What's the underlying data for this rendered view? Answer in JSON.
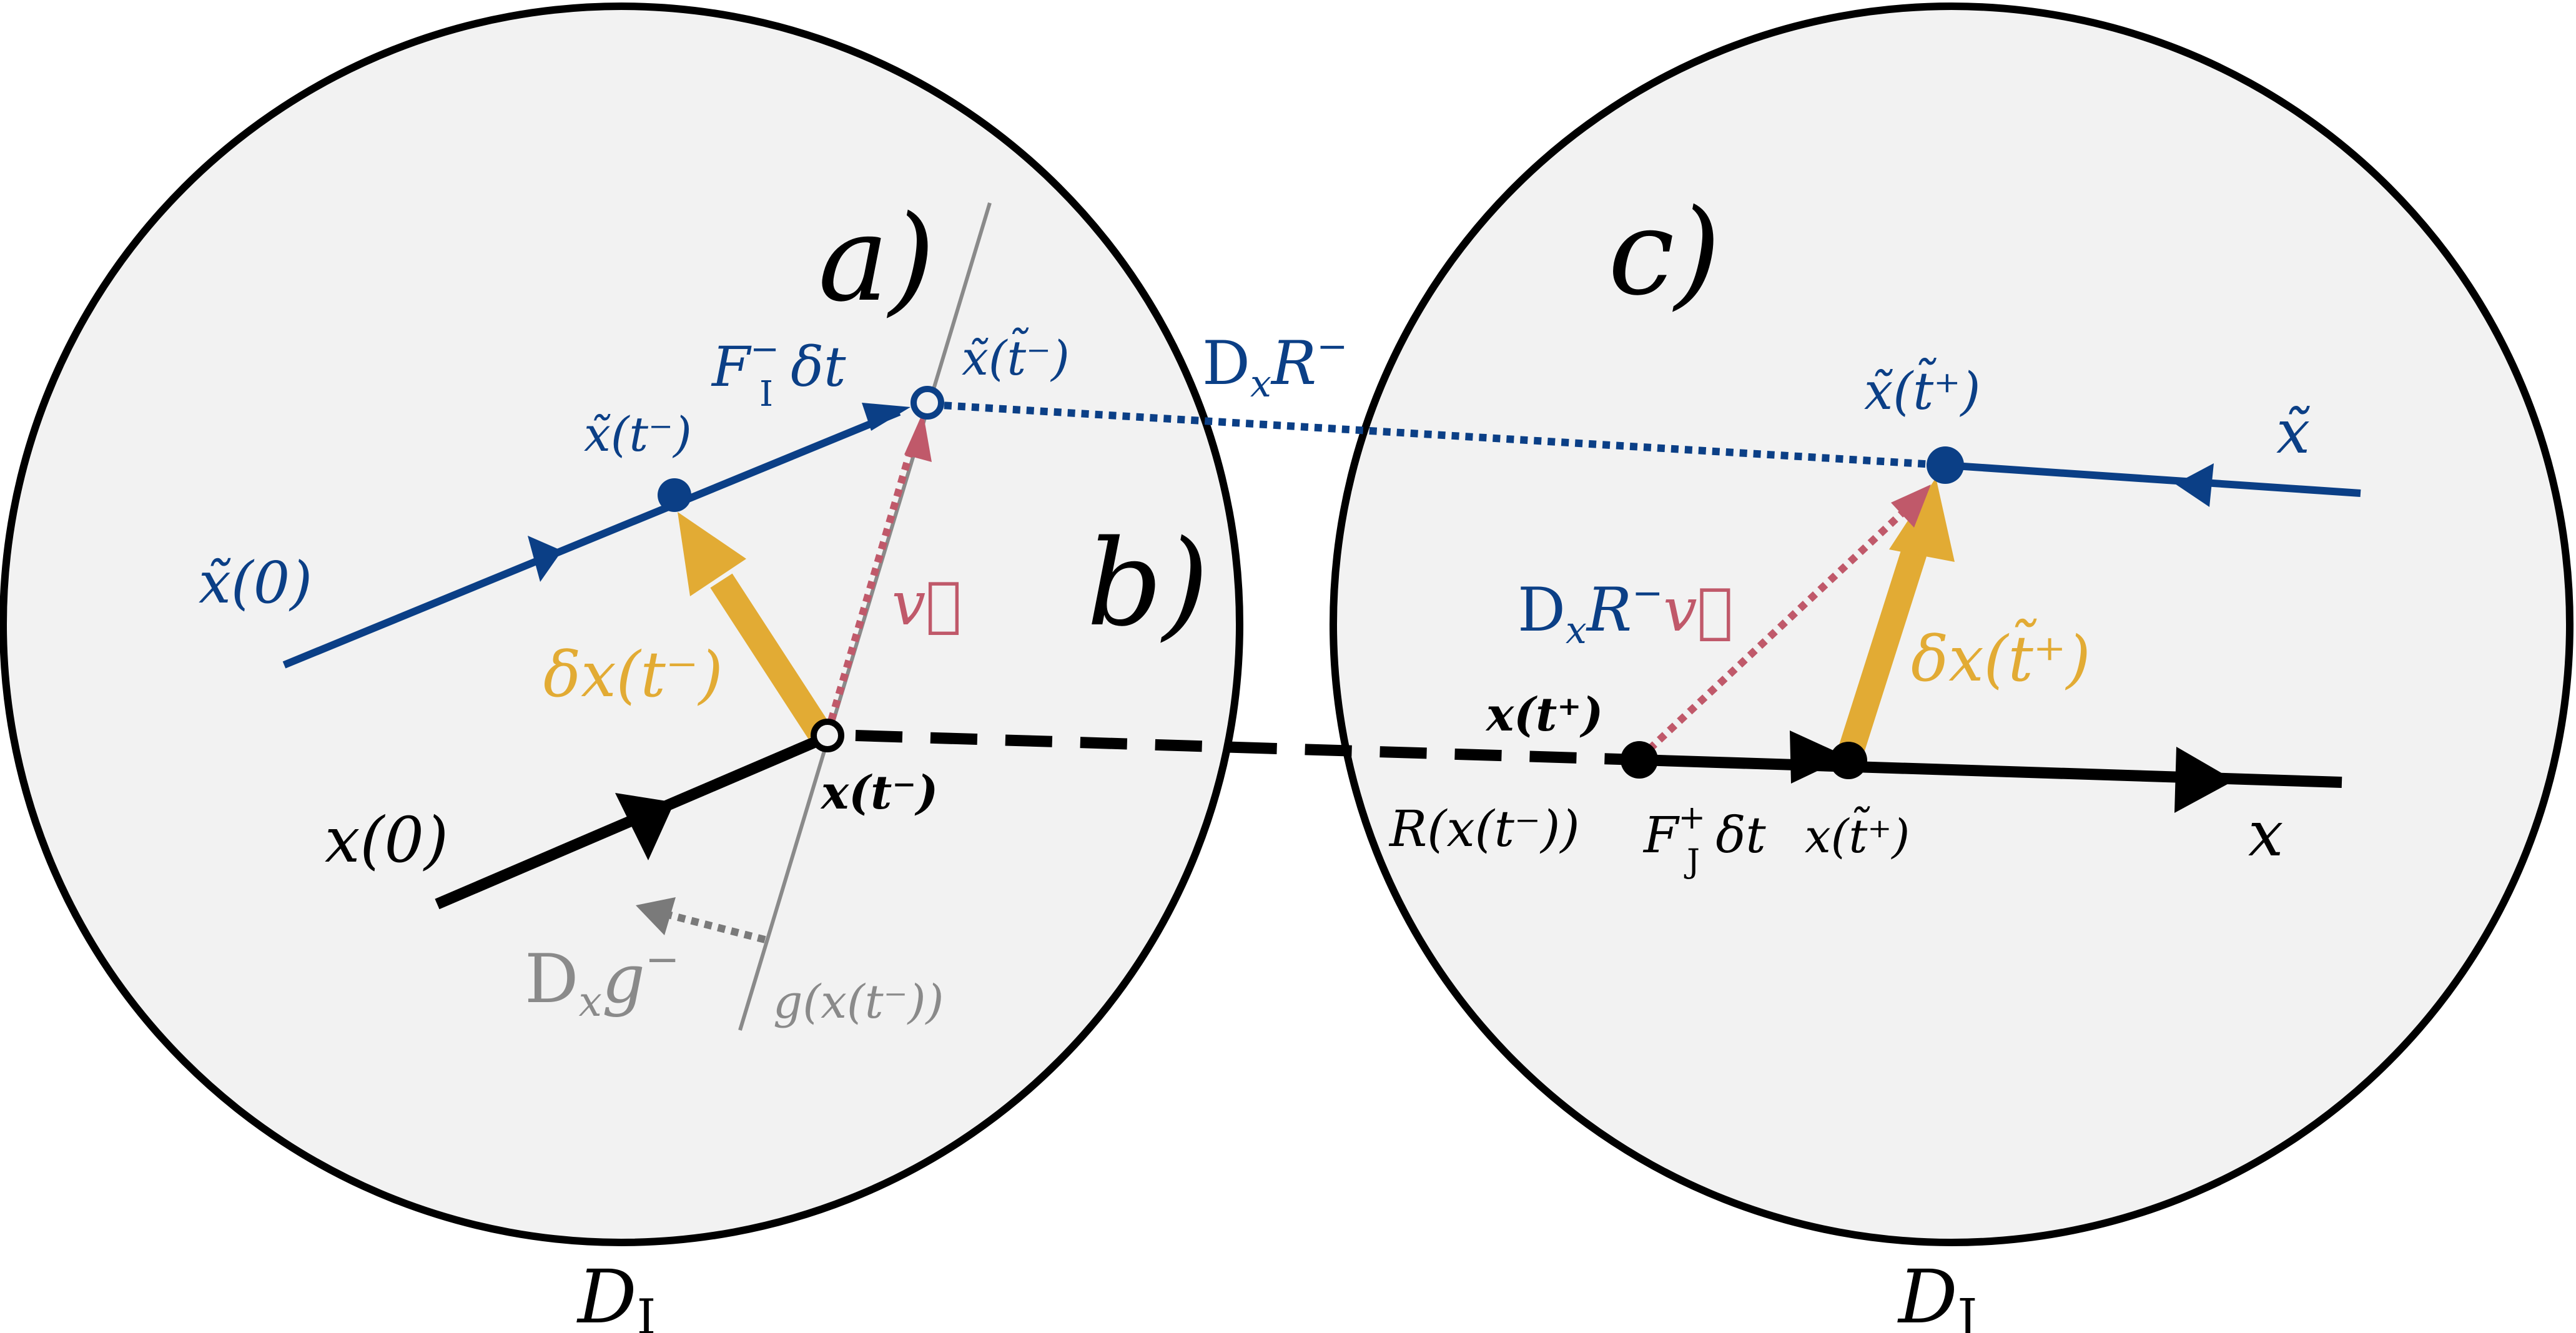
{
  "regions": {
    "left": {
      "name": "D",
      "sub": "I"
    },
    "right": {
      "name": "D",
      "sub": "J"
    }
  },
  "panel_labels": {
    "a": "a)",
    "b": "b)",
    "c": "c)"
  },
  "labels": {
    "x0": "x(0)",
    "xt_minus": "x(t⁻)",
    "xtilde0": "x̃(0)",
    "xtilde_t_minus": "x̃(t⁻)",
    "xtilde_ttilde_minus": "x̃(t̃⁻)",
    "F_I_delta_t": {
      "main": "F",
      "sub": "I",
      "sup": "−",
      "tail": " δt"
    },
    "delta_x_t_minus": "δx(t⁻)",
    "v_vec": "v⃗",
    "Dx_g_minus": {
      "D": "D",
      "sub": "x",
      "main": "g",
      "sup": "−"
    },
    "g_x_t_minus": "g(x(t⁻))",
    "Dx_R_minus": {
      "D": "D",
      "sub": "x",
      "main": "R",
      "sup": "−"
    },
    "xtilde_ttilde_plus": "x̃(t̃⁺)",
    "xtilde": "x̃",
    "Dx_R_minus_v": {
      "D": "D",
      "sub": "x",
      "main": "R",
      "sup": "−",
      "vec": "v⃗"
    },
    "x_t_plus": "x(t⁺)",
    "delta_x_ttilde_plus": "δx(t̃⁺)",
    "R_x_t_minus": "R(x(t⁻))",
    "F_J_delta_t": {
      "main": "F",
      "sub": "J",
      "sup": "+",
      "tail": " δt"
    },
    "x_ttilde_plus": "x(t̃⁺)",
    "x": "x"
  },
  "colors": {
    "perturbed_trajectory": "#0b3f86",
    "perturbation": "#e2ab34",
    "velocity_vector": "#c0596a",
    "surface_and_gradient": "#8a8a8a",
    "reference_trajectory": "#000000",
    "region_fill": "#f2f2f2"
  }
}
